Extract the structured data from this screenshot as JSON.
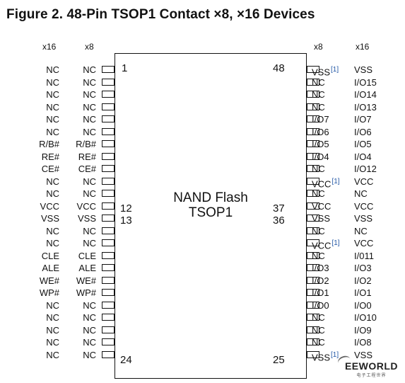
{
  "figure_title": "Figure 2. 48-Pin TSOP1 Contact ×8, ×16 Devices",
  "headers": {
    "left_x16": "x16",
    "left_x8": "x8",
    "right_x8": "x8",
    "right_x16": "x16"
  },
  "chip": {
    "name_line1": "NAND Flash",
    "name_line2": "TSOP1"
  },
  "pin_number_labels": {
    "left_first": "1",
    "left_vcc": "12",
    "left_vss": "13",
    "left_last": "24",
    "right_first": "48",
    "right_vcc": "37",
    "right_vss": "36",
    "right_last": "25"
  },
  "left_pins": [
    {
      "x16": "NC",
      "x8": "NC"
    },
    {
      "x16": "NC",
      "x8": "NC"
    },
    {
      "x16": "NC",
      "x8": "NC"
    },
    {
      "x16": "NC",
      "x8": "NC"
    },
    {
      "x16": "NC",
      "x8": "NC"
    },
    {
      "x16": "NC",
      "x8": "NC"
    },
    {
      "x16": "R/B#",
      "x8": "R/B#"
    },
    {
      "x16": "RE#",
      "x8": "RE#"
    },
    {
      "x16": "CE#",
      "x8": "CE#"
    },
    {
      "x16": "NC",
      "x8": "NC"
    },
    {
      "x16": "NC",
      "x8": "NC"
    },
    {
      "x16": "VCC",
      "x8": "VCC"
    },
    {
      "x16": "VSS",
      "x8": "VSS"
    },
    {
      "x16": "NC",
      "x8": "NC"
    },
    {
      "x16": "NC",
      "x8": "NC"
    },
    {
      "x16": "CLE",
      "x8": "CLE"
    },
    {
      "x16": "ALE",
      "x8": "ALE"
    },
    {
      "x16": "WE#",
      "x8": "WE#"
    },
    {
      "x16": "WP#",
      "x8": "WP#"
    },
    {
      "x16": "NC",
      "x8": "NC"
    },
    {
      "x16": "NC",
      "x8": "NC"
    },
    {
      "x16": "NC",
      "x8": "NC"
    },
    {
      "x16": "NC",
      "x8": "NC"
    },
    {
      "x16": "NC",
      "x8": "NC"
    }
  ],
  "right_pins": [
    {
      "x8": "VSS",
      "note": "[1]",
      "x16": "VSS"
    },
    {
      "x8": "NC",
      "note": "",
      "x16": "I/O15"
    },
    {
      "x8": "NC",
      "note": "",
      "x16": "I/O14"
    },
    {
      "x8": "NC",
      "note": "",
      "x16": "I/O13"
    },
    {
      "x8": "I/O7",
      "note": "",
      "x16": "I/O7"
    },
    {
      "x8": "I/O6",
      "note": "",
      "x16": "I/O6"
    },
    {
      "x8": "I/O5",
      "note": "",
      "x16": "I/O5"
    },
    {
      "x8": "I/O4",
      "note": "",
      "x16": "I/O4"
    },
    {
      "x8": "NC",
      "note": "",
      "x16": "I/O12"
    },
    {
      "x8": "VCC",
      "note": "[1]",
      "x16": "VCC"
    },
    {
      "x8": "NC",
      "note": "",
      "x16": "NC"
    },
    {
      "x8": "VCC",
      "note": "",
      "x16": "VCC"
    },
    {
      "x8": "VSS",
      "note": "",
      "x16": "VSS"
    },
    {
      "x8": "NC",
      "note": "",
      "x16": "NC"
    },
    {
      "x8": "VCC",
      "note": "[1]",
      "x16": "VCC"
    },
    {
      "x8": "NC",
      "note": "",
      "x16": "I/011"
    },
    {
      "x8": "I/O3",
      "note": "",
      "x16": "I/O3"
    },
    {
      "x8": "I/O2",
      "note": "",
      "x16": "I/O2"
    },
    {
      "x8": "I/O1",
      "note": "",
      "x16": "I/O1"
    },
    {
      "x8": "I/O0",
      "note": "",
      "x16": "I/O0"
    },
    {
      "x8": "NC",
      "note": "",
      "x16": "I/O10"
    },
    {
      "x8": "NC",
      "note": "",
      "x16": "I/O9"
    },
    {
      "x8": "NC",
      "note": "",
      "x16": "I/O8"
    },
    {
      "x8": "VSS",
      "note": "[1]",
      "x16": "VSS"
    }
  ],
  "watermark": {
    "brand": "EEWORLD",
    "subtitle": "电子工程世界"
  }
}
